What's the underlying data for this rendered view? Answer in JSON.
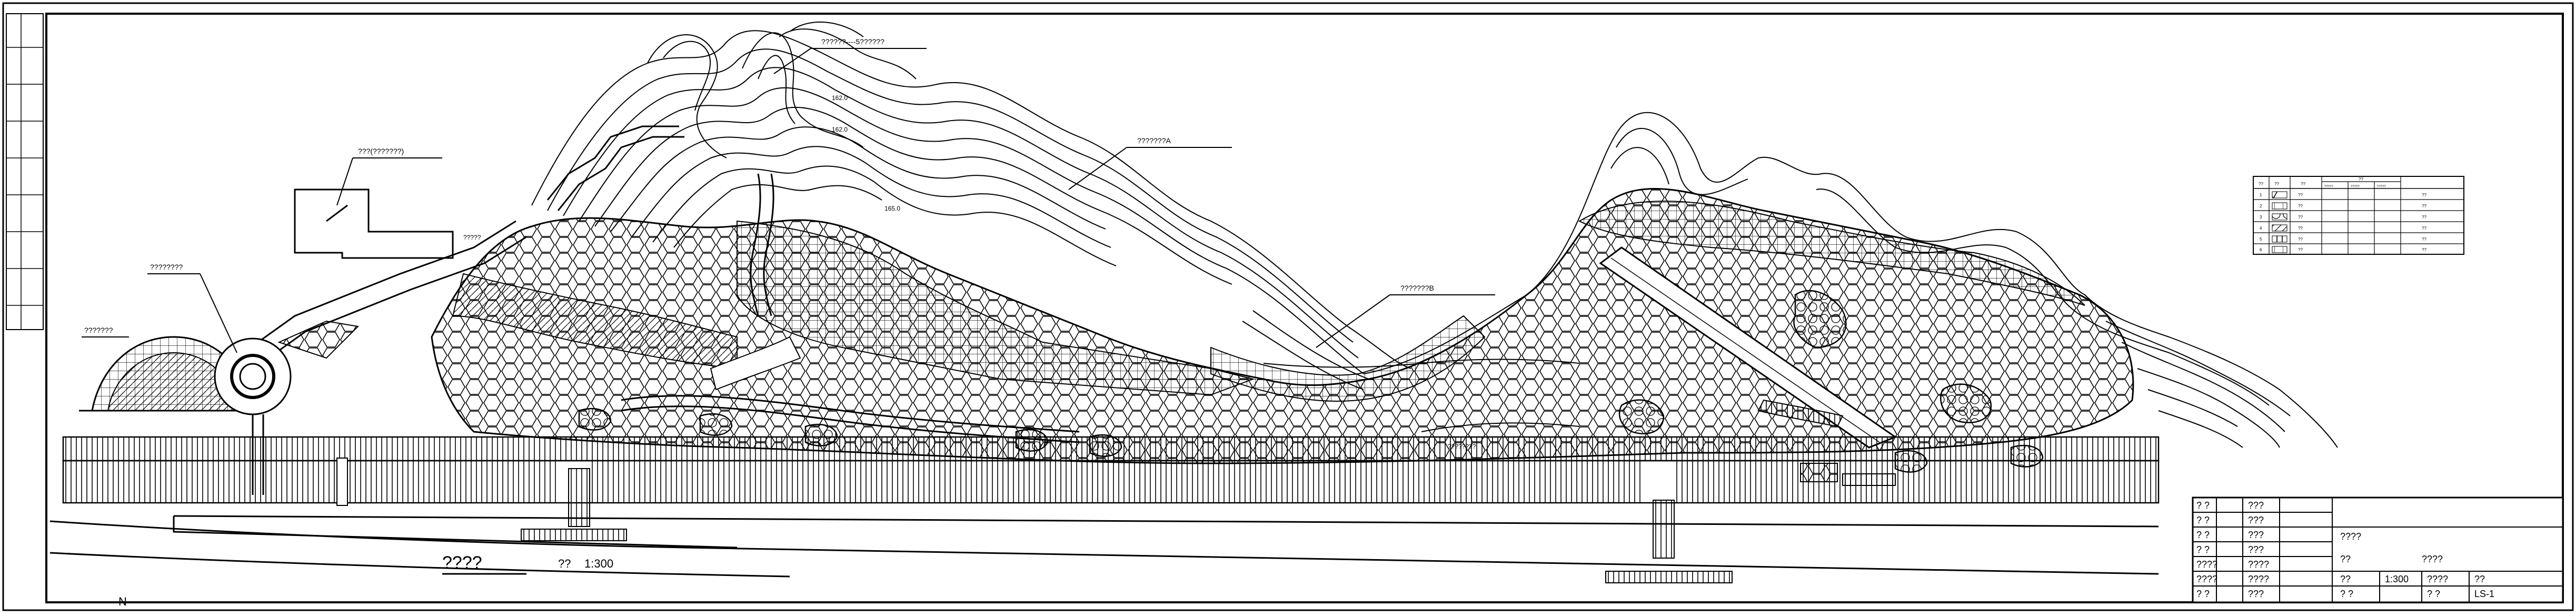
{
  "drawing": {
    "title_main": "????",
    "scale_prefix": "??",
    "scale_value": "1:300",
    "corner_mark": "N"
  },
  "callouts": {
    "top": "??????----5??????",
    "slope_a": "???????A",
    "slope_b": "???????B",
    "building": "???(???????)",
    "plaza": "????????",
    "roundabout": "???????",
    "small_a": "?????",
    "contour_1": "162.0",
    "contour_2": "162.0",
    "contour_3": "165.0",
    "small_b": "????????"
  },
  "legend": {
    "headers": [
      "??",
      "??",
      "??",
      "??"
    ],
    "subheaders": [
      "?????",
      "?????",
      "?????"
    ],
    "rows": [
      {
        "no": "1",
        "name": "??",
        "unit": "??"
      },
      {
        "no": "2",
        "name": "??",
        "unit": "??"
      },
      {
        "no": "3",
        "name": "??",
        "unit": "??"
      },
      {
        "no": "4",
        "name": "??",
        "unit": "??"
      },
      {
        "no": "5",
        "name": "??",
        "unit": "??"
      },
      {
        "no": "6",
        "name": "??",
        "unit": "??"
      }
    ]
  },
  "title_block": {
    "left_rows": [
      [
        "? ?",
        "???"
      ],
      [
        "? ?",
        "???"
      ],
      [
        "? ?",
        "???"
      ],
      [
        "? ?",
        "???"
      ],
      [
        "????",
        "????"
      ],
      [
        "????",
        "????"
      ],
      [
        "? ?",
        "???"
      ]
    ],
    "project": "????",
    "label_a": "??",
    "value_a": "????",
    "scale_label": "??",
    "scale_value": "1:300",
    "date_label": "????",
    "sheet_label": "??",
    "bottom_a": "? ?",
    "bottom_b": "? ?",
    "sheet_no": "LS-1"
  }
}
